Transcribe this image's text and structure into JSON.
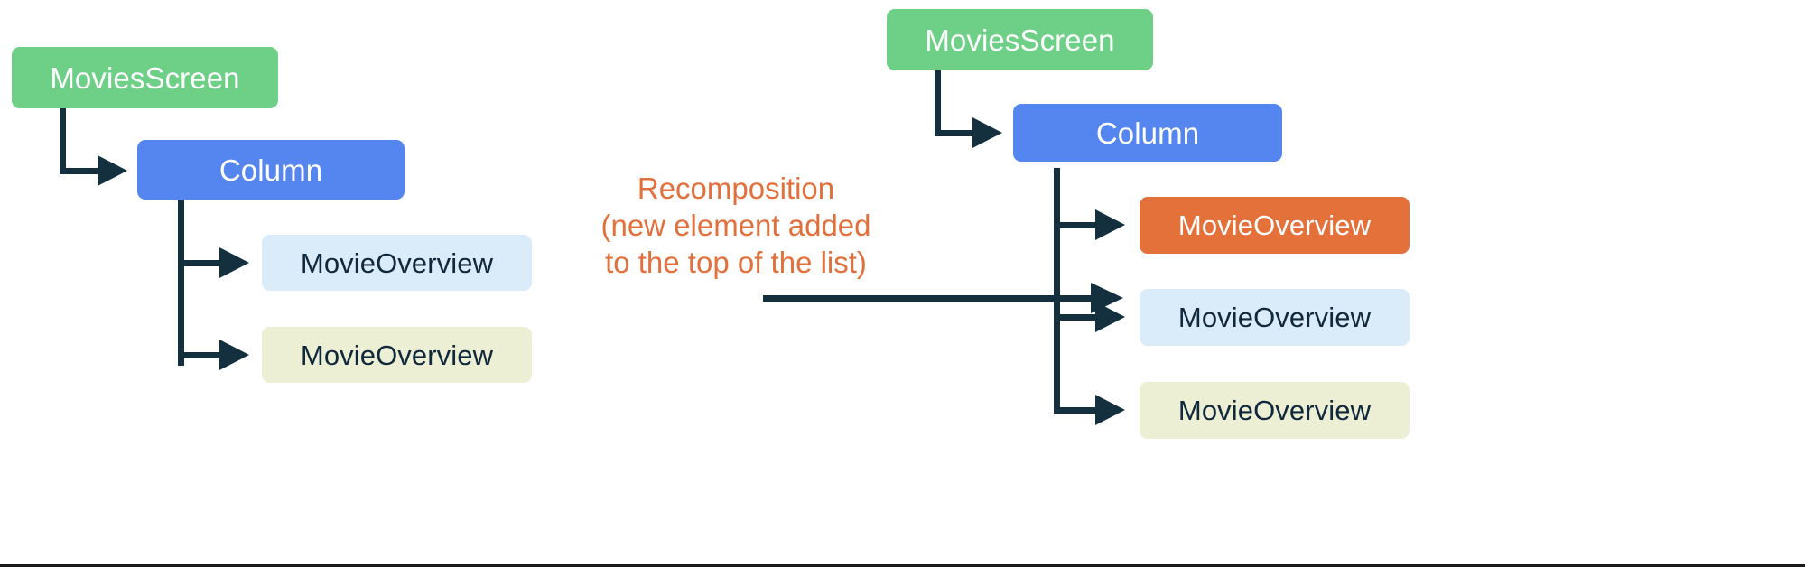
{
  "diagram": {
    "title": "Recomposition when a new element is added to the top of the list",
    "colors": {
      "screen_green": "#6ecf87",
      "column_blue": "#5585ef",
      "item_blue": "#daebfa",
      "item_cream": "#ecefd4",
      "item_orange": "#e4703a",
      "connector_dark": "#14303f",
      "caption_orange": "#e2703c",
      "background": "#ffffff"
    },
    "before": {
      "label": "before-recomposition-tree",
      "screen": {
        "label": "MoviesScreen",
        "color": "#6ecf87"
      },
      "column": {
        "label": "Column",
        "color": "#5585ef"
      },
      "items": [
        {
          "label": "MovieOverview",
          "color": "#daebfa",
          "variant": "blue"
        },
        {
          "label": "MovieOverview",
          "color": "#ecefd4",
          "variant": "cream"
        }
      ]
    },
    "transition": {
      "caption_line_1": "Recomposition",
      "caption_line_2": "(new element added",
      "caption_line_3": "to the top of the list)",
      "caption_full": "Recomposition\n(new element added\nto the top of the list)",
      "arrow_direction": "right",
      "arrow_icon": "arrow-right-icon"
    },
    "after": {
      "label": "after-recomposition-tree",
      "screen": {
        "label": "MoviesScreen",
        "color": "#6ecf87"
      },
      "column": {
        "label": "Column",
        "color": "#5585ef"
      },
      "items": [
        {
          "label": "MovieOverview",
          "color": "#e4703a",
          "variant": "orange"
        },
        {
          "label": "MovieOverview",
          "color": "#daebfa",
          "variant": "blue"
        },
        {
          "label": "MovieOverview",
          "color": "#ecefd4",
          "variant": "cream"
        }
      ]
    }
  }
}
